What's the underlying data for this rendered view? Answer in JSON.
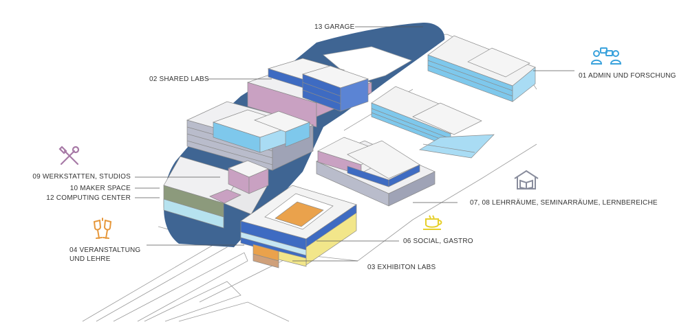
{
  "labels": {
    "garage": "13 GARAGE",
    "shared_labs": "02 SHARED LABS",
    "admin": "01 ADMIN UND FORSCHUNG",
    "werkstatten": "09 WERKSTATTEN, STUDIOS",
    "maker_space": "10 MAKER SPACE",
    "computing": "12 COMPUTING CENTER",
    "lehrraeume": "07, 08 LEHRRÄUME, SEMINARRÄUME, LERNBEREICHE",
    "veranstaltung_1": "04 VERANSTALTUNG",
    "veranstaltung_2": "UND LEHRE",
    "social": "06 SOCIAL, GASTRO",
    "exhibition": "03 EXHIBITON LABS"
  },
  "icons": {
    "admin": "people-talking-icon",
    "werkstatten": "tools-icon",
    "lehrraeume": "book-house-icon",
    "veranstaltung": "champagne-glasses-icon",
    "social": "coffee-cup-icon"
  },
  "colors": {
    "blue": "#3e6bc2",
    "light_blue": "#7ec8ec",
    "garage_blue": "#3f6593",
    "pink": "#c9a1c2",
    "yellow": "#f2e68a",
    "orange": "#eaa24c",
    "olive": "#8c9a7c",
    "grey": "#b9bccb",
    "icon_blue": "#3aa2dc",
    "icon_purple": "#a779a6",
    "icon_grey": "#888c9c",
    "icon_orange": "#e6973a",
    "icon_yellow": "#e6cf2a"
  }
}
